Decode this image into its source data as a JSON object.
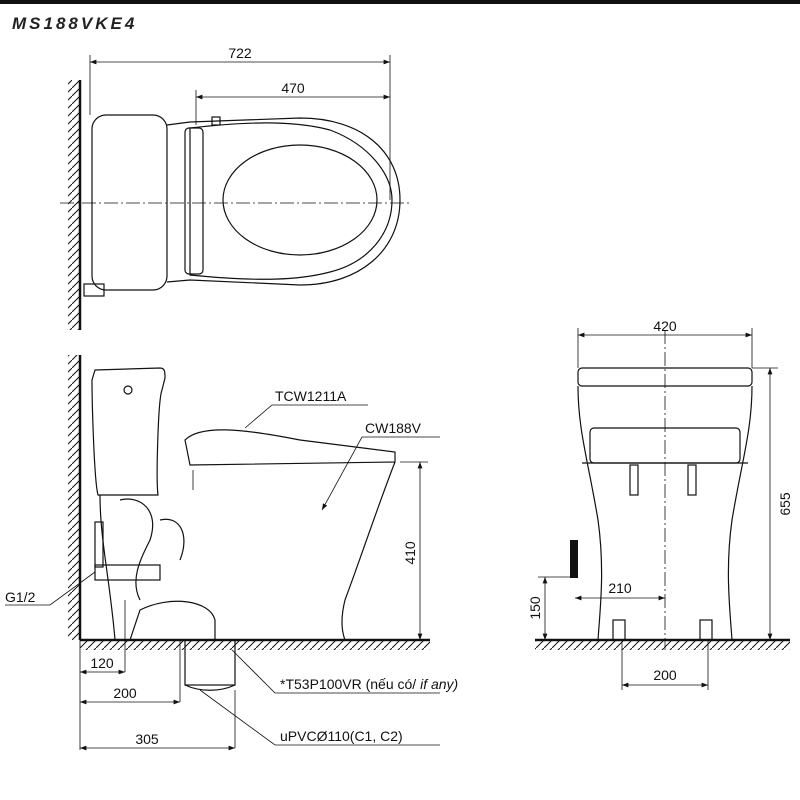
{
  "title": "MS188VKE4",
  "top_view": {
    "dim_total": "722",
    "dim_seat": "470"
  },
  "side_view": {
    "label_seat": "TCW1211A",
    "label_bowl": "CW188V",
    "label_inlet": "G1/2",
    "dim_height": "410",
    "dim_120": "120",
    "dim_200": "200",
    "dim_305": "305",
    "label_adapter": "*T53P100VR (nếu có/ ",
    "label_adapter_italic": "if any)",
    "label_pipe": "uPVCØ110(C1, C2)"
  },
  "front_view": {
    "dim_width": "420",
    "dim_height": "655",
    "dim_210": "210",
    "dim_150": "150",
    "dim_200": "200"
  }
}
